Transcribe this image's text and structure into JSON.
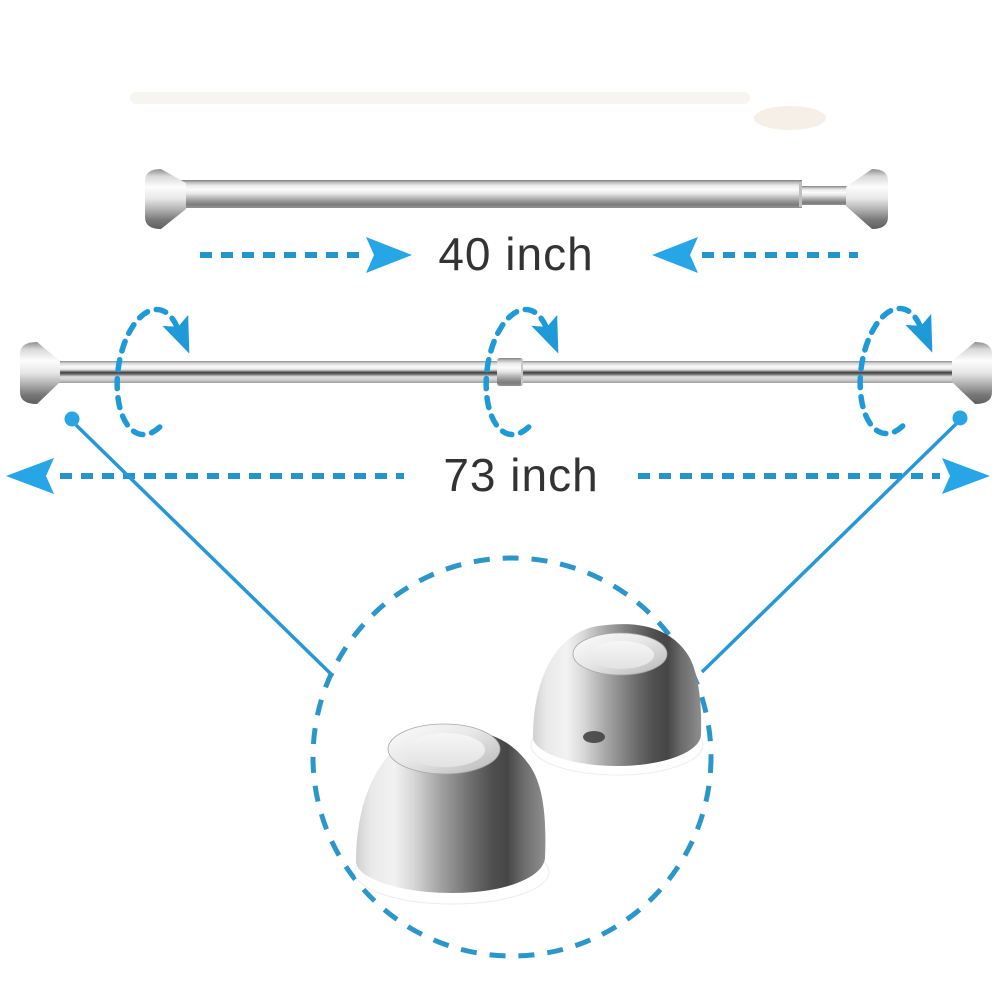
{
  "labels": {
    "top_rod_length": "40 inch",
    "long_rod_length": "73 inch"
  },
  "colors": {
    "background": "#ffffff",
    "dash_blue": "#2494cc",
    "arrowhead_blue": "#26a6e6",
    "rotation_blue": "#1f9ad8",
    "callout_blue": "#2b96ca",
    "connector_blue": "#2697d8",
    "dot_blue": "#2ba4e4",
    "label_color": "#333333"
  },
  "icons": {
    "rotation_indicator": "dashed-ellipse-rotation-arrow",
    "dimension_arrow": "dashed-line-with-triangle-head",
    "detail_callout": "dashed-zoom-circle",
    "callout_anchor": "dot-with-leader-line"
  }
}
